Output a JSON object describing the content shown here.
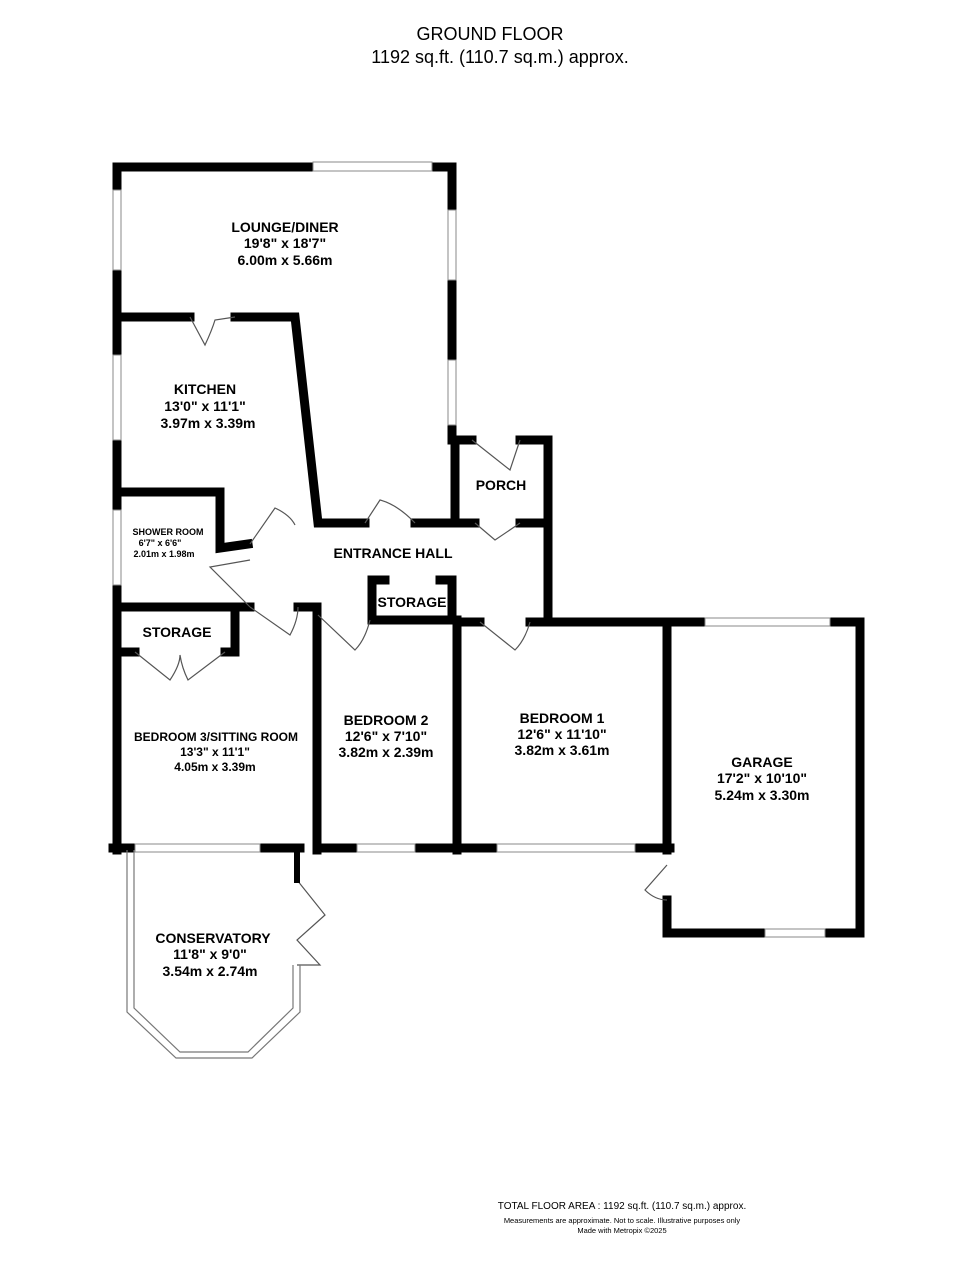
{
  "header": {
    "title": "GROUND FLOOR",
    "area": "1192 sq.ft. (110.7 sq.m.) approx."
  },
  "rooms": {
    "lounge": {
      "name": "LOUNGE/DINER",
      "imperial": "19'8\"  x 18'7\"",
      "metric": "6.00m  x 5.66m"
    },
    "kitchen": {
      "name": "KITCHEN",
      "imperial": "13'0\"  x 11'1\"",
      "metric": "3.97m  x 3.39m"
    },
    "porch": {
      "name": "PORCH"
    },
    "shower": {
      "name": "SHOWER ROOM",
      "imperial": "6'7\"  x 6'6\"",
      "metric": "2.01m  x 1.98m"
    },
    "hall": {
      "name": "ENTRANCE HALL"
    },
    "storage_hall": {
      "name": "STORAGE"
    },
    "storage_bed3": {
      "name": "STORAGE"
    },
    "bedroom3": {
      "name": "BEDROOM 3/SITTING ROOM",
      "imperial": "13'3\"  x 11'1\"",
      "metric": "4.05m  x 3.39m"
    },
    "bedroom2": {
      "name": "BEDROOM 2",
      "imperial": "12'6\"  x 7'10\"",
      "metric": "3.82m  x 2.39m"
    },
    "bedroom1": {
      "name": "BEDROOM 1",
      "imperial": "12'6\"  x 11'10\"",
      "metric": "3.82m  x 3.61m"
    },
    "garage": {
      "name": "GARAGE",
      "imperial": "17'2\"  x 10'10\"",
      "metric": "5.24m  x 3.30m"
    },
    "conservatory": {
      "name": "CONSERVATORY",
      "imperial": "11'8\"  x 9'0\"",
      "metric": "3.54m  x 2.74m"
    }
  },
  "footer": {
    "total": "TOTAL FLOOR AREA : 1192 sq.ft. (110.7 sq.m.) approx.",
    "disclaimer": "Measurements are approximate.  Not to scale.  Illustrative purposes only",
    "credit": "Made with Metropix ©2025"
  }
}
